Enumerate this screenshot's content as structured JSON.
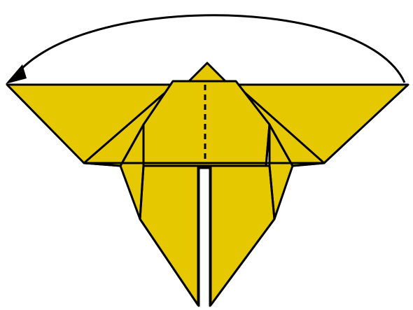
{
  "diagram": {
    "type": "origami-fold-step",
    "paper_color": "#E6C800",
    "line_color": "#000000",
    "fold_line_style": "valley (dashed)",
    "arrow_direction": "right-to-left",
    "arrow_icon": "curved-fold-arrow"
  }
}
